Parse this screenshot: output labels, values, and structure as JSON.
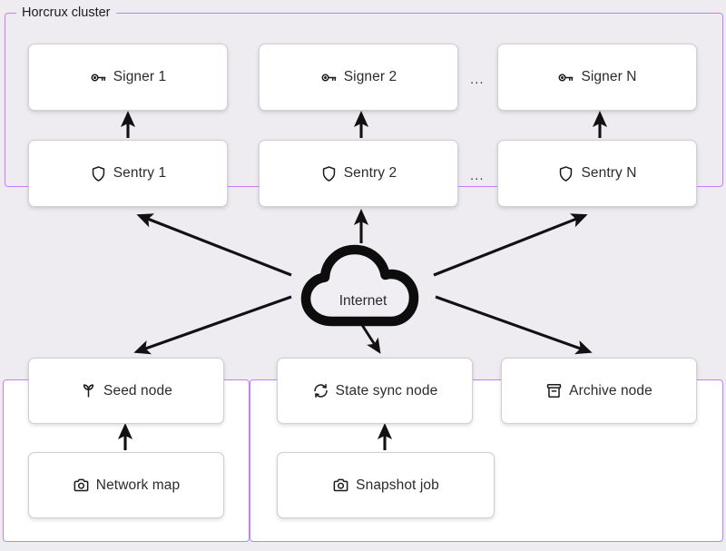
{
  "diagram": {
    "title_text": "Horcrux cluster",
    "background_color": "#eeecf1",
    "group_border_color": "#c77dff",
    "node_border_color": "#d0d0d4",
    "node_fill_color": "#ffffff",
    "connector_color": "#111111"
  },
  "groups": [
    {
      "name": "horcrux-cluster",
      "label": "Horcrux cluster"
    },
    {
      "name": "seed-group",
      "label": ""
    },
    {
      "name": "statesync-group",
      "label": ""
    }
  ],
  "nodes": {
    "signer_1": {
      "label": "Signer 1",
      "icon": "key-icon"
    },
    "signer_2": {
      "label": "Signer 2",
      "icon": "key-icon"
    },
    "signer_n": {
      "label": "Signer N",
      "icon": "key-icon"
    },
    "sentry_1": {
      "label": "Sentry 1",
      "icon": "shield-icon"
    },
    "sentry_2": {
      "label": "Sentry 2",
      "icon": "shield-icon"
    },
    "sentry_n": {
      "label": "Sentry N",
      "icon": "shield-icon"
    },
    "internet": {
      "label": "Internet",
      "icon": "cloud-icon"
    },
    "seed_node": {
      "label": "Seed node",
      "icon": "sprout-icon"
    },
    "state_sync": {
      "label": "State sync node",
      "icon": "sync-icon"
    },
    "archive_node": {
      "label": "Archive node",
      "icon": "archive-icon"
    },
    "network_map": {
      "label": "Network map",
      "icon": "camera-icon"
    },
    "snapshot_job": {
      "label": "Snapshot job",
      "icon": "camera-icon"
    }
  },
  "separators": {
    "signer_row": "...",
    "sentry_row": "..."
  }
}
